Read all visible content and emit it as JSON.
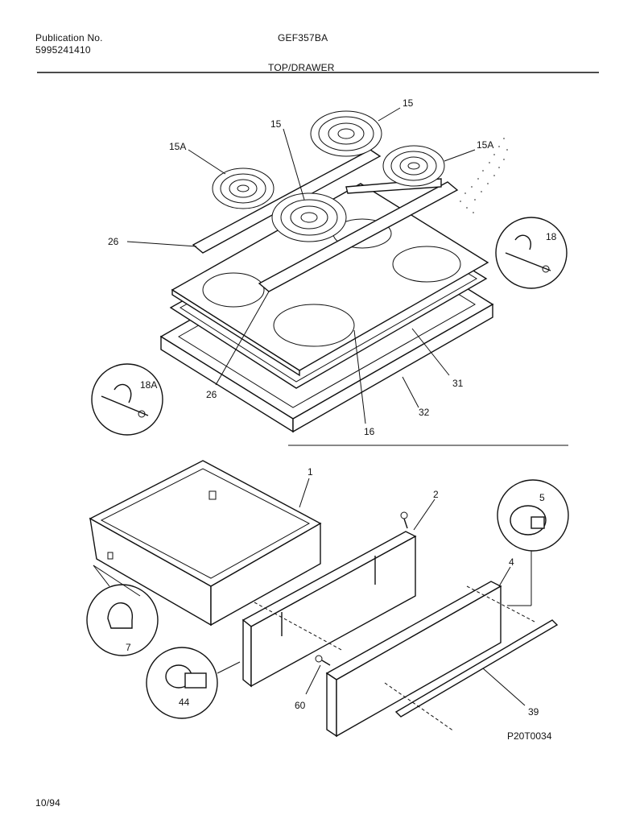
{
  "header": {
    "publication_label": "Publication No.",
    "publication_number": "5995241410",
    "model": "GEF357BA",
    "section_title": "TOP/DRAWER"
  },
  "footer": {
    "date": "10/94",
    "diagram_code": "P20T0034"
  },
  "part_callouts": {
    "p1": "1",
    "p2": "2",
    "p4": "4",
    "p5": "5",
    "p7": "7",
    "p15_top": "15",
    "p15_mid": "15",
    "p15A_left": "15A",
    "p15A_right": "15A",
    "p16": "16",
    "p18": "18",
    "p18A": "18A",
    "p26_left": "26",
    "p26_bottom": "26",
    "p31": "31",
    "p32": "32",
    "p39": "39",
    "p44": "44",
    "p60": "60"
  }
}
